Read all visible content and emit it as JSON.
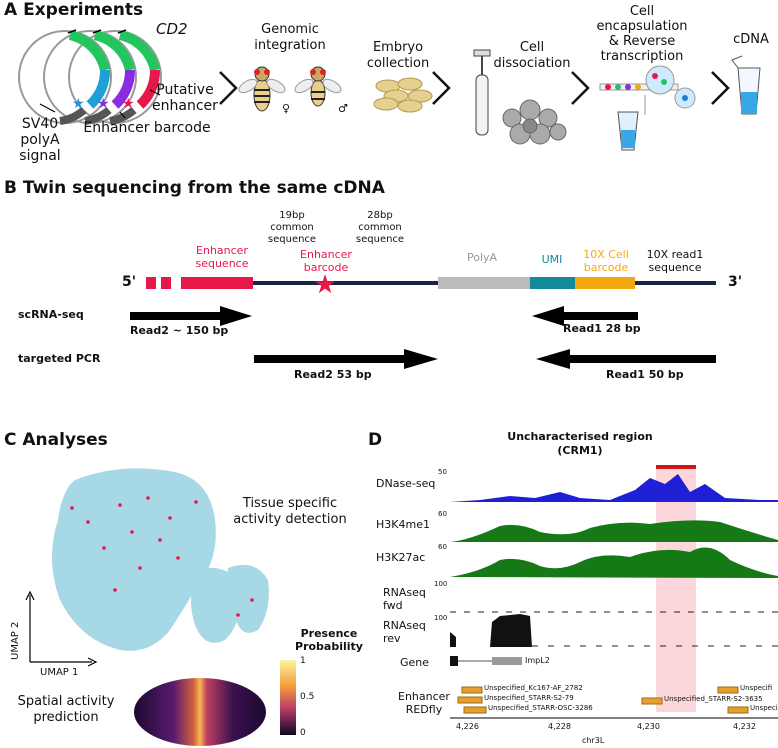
{
  "sections": {
    "a": "A Experiments",
    "b": "B Twin sequencing from the same cDNA",
    "c": "C Analyses",
    "d": "D"
  },
  "panel_a": {
    "cd2": "CD2",
    "putative_enhancer": "Putative\nenhancer",
    "sv40": "SV40\npolyA signal",
    "enhancer_barcode": "Enhancer barcode",
    "genomic_integration": "Genomic\nintegration",
    "female": "♀",
    "male": "♂",
    "embryo_collection": "Embryo\ncollection",
    "cell_dissociation": "Cell\ndissociation",
    "cell_encapsulation": "Cell\nencapsulation\n& Reverse\ntranscription",
    "cdna": "cDNA",
    "colors": {
      "green": "#22c55e",
      "purple": "#8b2be2",
      "red": "#e8174a",
      "blue": "#1e7fd6",
      "barcode": "#2b8fd6"
    }
  },
  "panel_b": {
    "five": "5'",
    "three": "3'",
    "enhancer_sequence": "Enhancer\nsequence",
    "common19": "19bp\ncommon\nsequence",
    "enhancer_barcode": "Enhancer\nbarcode",
    "common28": "28bp\ncommon\nsequence",
    "polya": "PolyA",
    "umi": "UMI",
    "cell_barcode": "10X Cell\nbarcode",
    "read1seq": "10X read1\nsequence",
    "scrna": "scRNA-seq",
    "targeted": "targeted PCR",
    "read2_150": "Read2 ~ 150 bp",
    "read1_28": "Read1 28 bp",
    "read2_53": "Read2 53 bp",
    "read1_50": "Read1 50 bp",
    "colors": {
      "enhancer": "#e8174a",
      "polya": "#bbbbbb",
      "umi": "#138a9a",
      "cellbc": "#f4a80f",
      "backbone": "#1a2444"
    }
  },
  "panel_c": {
    "tissue": "Tissue specific\nactivity detection",
    "umap2": "UMAP 2",
    "umap1": "UMAP 1",
    "spatial": "Spatial activity\nprediction",
    "legend_title": "Presence\nProbability",
    "legend_ticks": [
      "1",
      "0.5",
      "0"
    ]
  },
  "panel_d": {
    "title": "Uncharacterised region\n(CRM1)",
    "tracks": [
      {
        "label": "DNase-seq",
        "scale": "50",
        "color": "#1f1fd6"
      },
      {
        "label": "H3K4me1",
        "scale": "60",
        "color": "#157a15"
      },
      {
        "label": "H3K27ac",
        "scale": "60",
        "color": "#157a15"
      },
      {
        "label": "RNAseq\nfwd",
        "scale": "100",
        "color": "#111111"
      },
      {
        "label": "RNAseq\nrev",
        "scale": "100",
        "color": "#111111"
      }
    ],
    "gene_label": "Gene",
    "gene_name": "ImpL2",
    "enhancer_label": "Enhancer\nREDfly",
    "redfly": [
      "Unspecified_Kc167-AF_2782",
      "Unspecified_STARR-S2-79",
      "Unspecified_STARR-OSC-3286",
      "Unspecified_STARR-S2-3635",
      "Unspecifi",
      "Unspeci"
    ],
    "x_ticks": [
      "4,226",
      "4,228",
      "4,230",
      "4,232"
    ],
    "chrom": "chr3L",
    "highlight": "#f9c6cc"
  }
}
